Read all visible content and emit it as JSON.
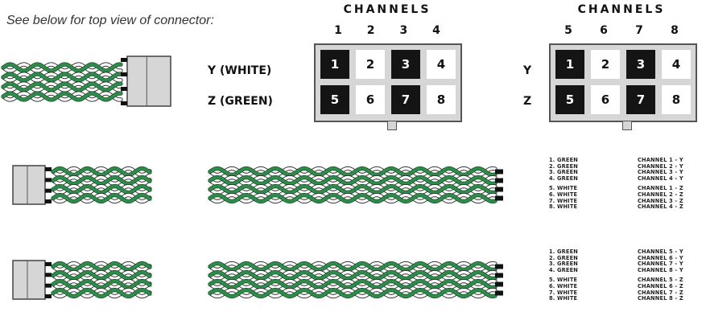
{
  "caption": "See below for top view of connector:",
  "connectors": [
    {
      "header": "CHANNELS",
      "channels": [
        "1",
        "2",
        "3",
        "4"
      ],
      "row_labels": [
        "Y (WHITE)",
        "Z (GREEN)"
      ],
      "pins": [
        [
          "1",
          "2",
          "3",
          "4"
        ],
        [
          "5",
          "6",
          "7",
          "8"
        ]
      ]
    },
    {
      "header": "CHANNELS",
      "channels": [
        "5",
        "6",
        "7",
        "8"
      ],
      "row_labels": [
        "Y",
        "Z"
      ],
      "pins": [
        [
          "1",
          "2",
          "3",
          "4"
        ],
        [
          "5",
          "6",
          "7",
          "8"
        ]
      ]
    }
  ],
  "colors": {
    "green": "#2e8b4a",
    "dark_pin": "#141414",
    "housing": "#d6d6d6"
  },
  "mappings": [
    {
      "left": [
        "1. GREEN",
        "2. GREEN",
        "3. GREEN",
        "4. GREEN",
        "5. WHITE",
        "6. WHITE",
        "7. WHITE",
        "8. WHITE"
      ],
      "right": [
        "CHANNEL 1 - Y",
        "CHANNEL 2 - Y",
        "CHANNEL 3 - Y",
        "CHANNEL 4 - Y",
        "CHANNEL 1 - Z",
        "CHANNEL 2 - Z",
        "CHANNEL 3 - Z",
        "CHANNEL 4 - Z"
      ]
    },
    {
      "left": [
        "1. GREEN",
        "2. GREEN",
        "3. GREEN",
        "4. GREEN",
        "5. WHITE",
        "6. WHITE",
        "7. WHITE",
        "8. WHITE"
      ],
      "right": [
        "CHANNEL 5 - Y",
        "CHANNEL 6 - Y",
        "CHANNEL 7 - Y",
        "CHANNEL 8 - Y",
        "CHANNEL 5 - Z",
        "CHANNEL 6 - Z",
        "CHANNEL 7 - Z",
        "CHANNEL 8 - Z"
      ]
    }
  ]
}
